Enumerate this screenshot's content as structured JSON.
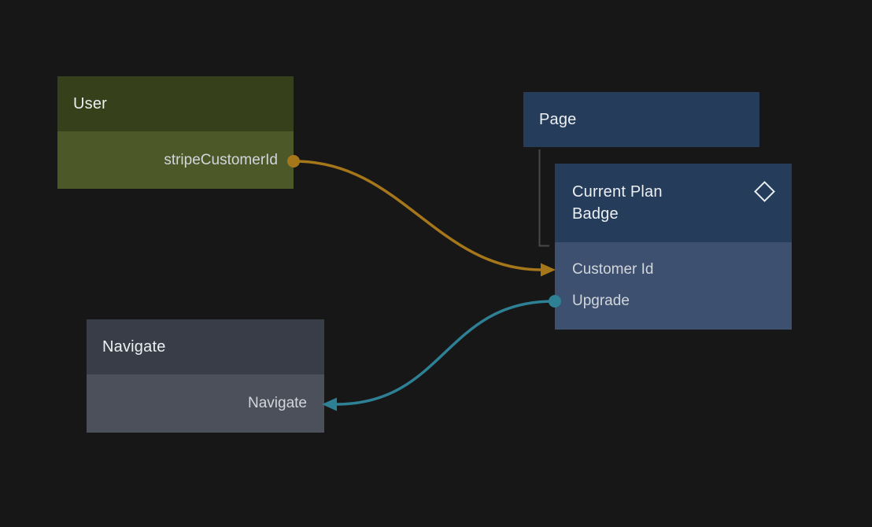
{
  "canvas": {
    "background_color": "#171717"
  },
  "nodes": {
    "user": {
      "title": "User",
      "header_color": "#36411b",
      "body_color": "#4d5829",
      "outputs": [
        {
          "label": "stripeCustomerId",
          "port_color": "#a5761a"
        }
      ]
    },
    "page": {
      "title": "Page",
      "header_color": "#253c5b"
    },
    "current_plan_badge": {
      "title": "Current Plan Badge",
      "header_color": "#253c5b",
      "body_color": "#3d506f",
      "icon": "diamond-icon",
      "icon_color": "#e9ecef",
      "inputs": [
        {
          "label": "Customer Id",
          "port_color": "#a5761a"
        },
        {
          "label": "Upgrade",
          "port_color": "#2e8095"
        }
      ]
    },
    "navigate": {
      "title": "Navigate",
      "header_color": "#393d47",
      "body_color": "#4c505b",
      "inputs": [
        {
          "label": "Navigate",
          "port_color": "#2e8095"
        }
      ]
    }
  },
  "connections": [
    {
      "from": "User.stripeCustomerId",
      "to": "Current Plan Badge.Customer Id",
      "color": "#a5761a"
    },
    {
      "from": "Current Plan Badge.Upgrade",
      "to": "Navigate.Navigate",
      "color": "#2e8095"
    }
  ],
  "hierarchy_link": {
    "from": "Page",
    "to": "Current Plan Badge",
    "color": "#47484c"
  }
}
